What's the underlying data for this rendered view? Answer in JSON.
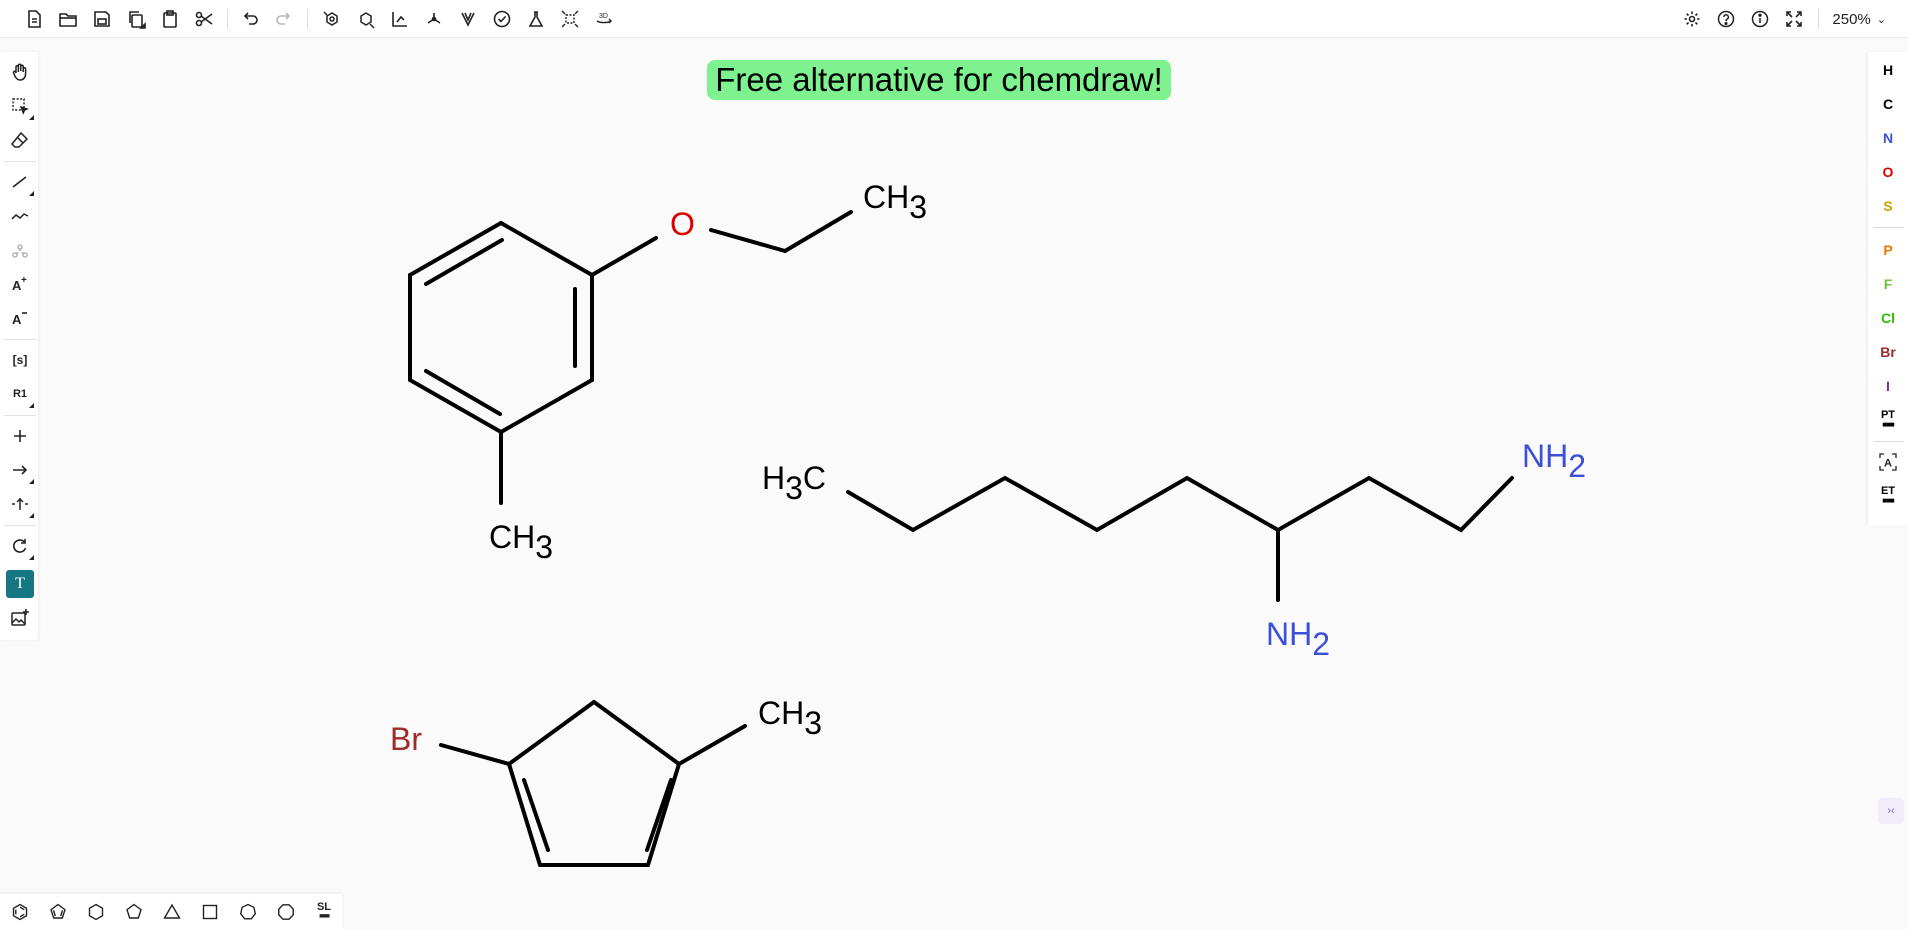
{
  "banner": {
    "text": "Free alternative for chemdraw!",
    "color": "#7df28e"
  },
  "zoom": {
    "value": "250%"
  },
  "colors": {
    "toolbar_active": "#167782",
    "oxygen": "#dd0000",
    "nitrogen": "#3b4fd8",
    "bromine": "#9e2a2a",
    "sulfur": "#c9a200",
    "phosphorus": "#e07a00",
    "fluorine": "#6fbf3d",
    "chlorine": "#2ebd00",
    "iodine": "#8a2aa8"
  },
  "elements": [
    {
      "symbol": "H",
      "color": "#000000"
    },
    {
      "symbol": "C",
      "color": "#000000"
    },
    {
      "symbol": "N",
      "color": "#3b4fd8"
    },
    {
      "symbol": "O",
      "color": "#dd0000"
    },
    {
      "symbol": "S",
      "color": "#c9a200"
    },
    {
      "symbol": "P",
      "color": "#e07a00"
    },
    {
      "symbol": "F",
      "color": "#6fbf3d"
    },
    {
      "symbol": "Cl",
      "color": "#2ebd00"
    },
    {
      "symbol": "Br",
      "color": "#9e2a2a"
    },
    {
      "symbol": "I",
      "color": "#8a2aa8"
    }
  ],
  "panel_extra": {
    "periodic_table": "PT",
    "extended_table": "ET",
    "special": "A"
  },
  "left_tools": {
    "sgroup": "[s]",
    "rgroup": "R1",
    "text_tool": "T"
  },
  "bottom_tools": {
    "structure_library": "SL"
  },
  "icons": {
    "top": [
      "new-file-icon",
      "open-file-icon",
      "save-icon",
      "copy-icon",
      "paste-icon",
      "cut-icon",
      "undo-icon",
      "redo-icon",
      "aromatize-icon",
      "dearomatize-icon",
      "layout-icon",
      "clean-icon",
      "stereo-icon",
      "check-icon",
      "calculate-icon",
      "explicit-hydrogens-icon",
      "3d-view-icon",
      "settings-icon",
      "help-icon",
      "info-icon",
      "fullscreen-icon"
    ],
    "left": [
      "hand-icon",
      "select-icon",
      "eraser-icon",
      "bond-icon",
      "chain-icon",
      "rgroup-fragment-icon",
      "charge-plus-icon",
      "charge-minus-icon",
      "sgroup-icon",
      "rgroup-label-icon",
      "plus-icon",
      "arrow-icon",
      "attachment-point-icon",
      "rotate-icon",
      "text-icon",
      "image-icon"
    ],
    "bottom": [
      "benzene-icon",
      "cyclopentadiene-icon",
      "cyclohexane-icon",
      "cyclopentane-icon",
      "cyclopropane-icon",
      "cyclobutane-icon",
      "cycloheptane-icon",
      "cyclooctane-icon",
      "structure-library-icon"
    ]
  },
  "molecules": {
    "ether": {
      "o_label": "O",
      "ch3_top": "CH",
      "ch3_top_sub": "3",
      "ch3_bottom": "CH",
      "ch3_bottom_sub": "3"
    },
    "diamine": {
      "h3c_pre": "H",
      "h3c_sub": "3",
      "h3c_post": "C",
      "nh2_top": "NH",
      "nh2_top_sub": "2",
      "nh2_bottom": "NH",
      "nh2_bottom_sub": "2"
    },
    "cyclopentadiene": {
      "br_label": "Br",
      "ch3": "CH",
      "ch3_sub": "3"
    }
  }
}
